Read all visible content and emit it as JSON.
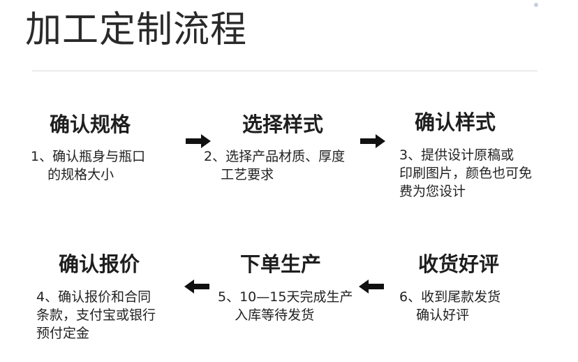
{
  "page_title": "加工定制流程",
  "steps": [
    {
      "title": "确认规格",
      "desc": "1、确认瓶身与瓶口\n    的规格大小"
    },
    {
      "title": "选择样式",
      "desc": "2、选择产品材质、厚度\n    工艺要求"
    },
    {
      "title": "确认样式",
      "desc": "3、提供设计原稿或\n印刷图片，颜色也可免\n费为您设计"
    },
    {
      "title": "确认报价",
      "desc": "4、确认报价和合同\n条款，支付宝或银行\n预付定金"
    },
    {
      "title": "下单生产",
      "desc": "5、10—15天完成生产\n    入库等待发货"
    },
    {
      "title": "收货好评",
      "desc": "6、收到尾款发货\n    确认好评"
    }
  ],
  "colors": {
    "arrow": "#111111",
    "divider": "#d9d9d9"
  },
  "icons": {
    "right_arrow": "arrow-right-icon",
    "left_arrow": "arrow-left-icon"
  }
}
